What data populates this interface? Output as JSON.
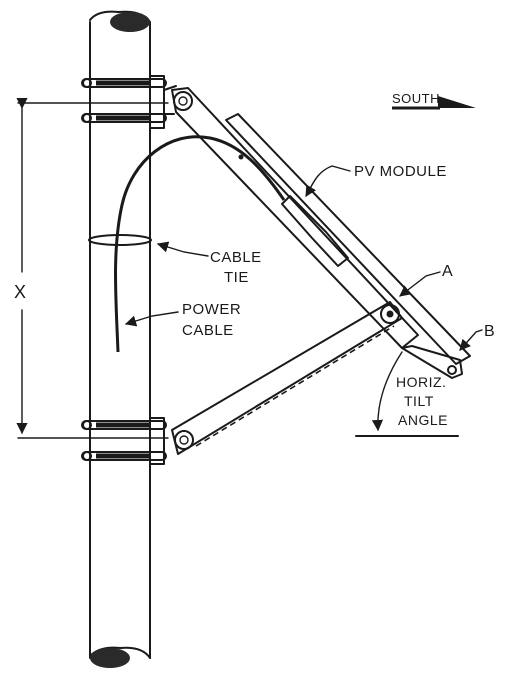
{
  "labels": {
    "south": "SOUTH",
    "pv_module": "PV MODULE",
    "point_a": "A",
    "point_b": "B",
    "cable_tie_1": "CABLE",
    "cable_tie_2": "TIE",
    "power_cable_1": "POWER",
    "power_cable_2": "CABLE",
    "x_dimension": "X",
    "tilt_1": "HORIZ.",
    "tilt_2": "TILT",
    "tilt_3": "ANGLE"
  },
  "colors": {
    "ink": "#1a1a1a",
    "module_fill": "#8a8a8a",
    "pole_cut": "#2a2a2a",
    "background": "#ffffff"
  }
}
